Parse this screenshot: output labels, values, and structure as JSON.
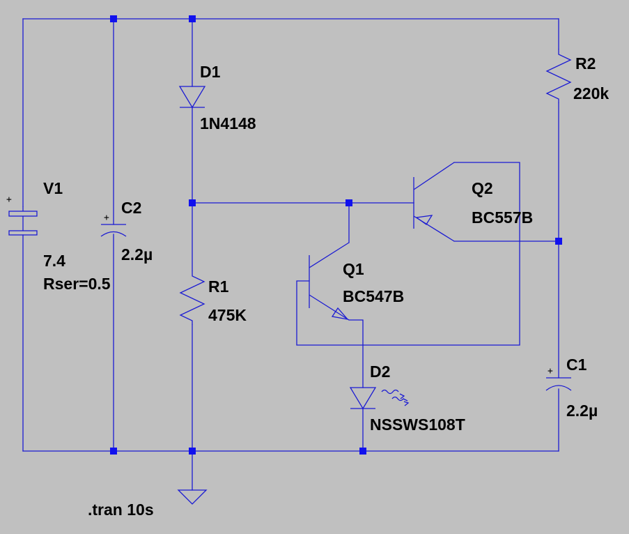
{
  "schematic": {
    "components": {
      "v1": {
        "ref": "V1",
        "value": "7.4",
        "param": "Rser=0.5",
        "polarity": "+"
      },
      "c2": {
        "ref": "C2",
        "value": "2.2µ",
        "polarity": "+"
      },
      "d1": {
        "ref": "D1",
        "value": "1N4148"
      },
      "r1": {
        "ref": "R1",
        "value": "475K"
      },
      "r2": {
        "ref": "R2",
        "value": "220k"
      },
      "q1": {
        "ref": "Q1",
        "value": "BC547B"
      },
      "q2": {
        "ref": "Q2",
        "value": "BC557B"
      },
      "d2": {
        "ref": "D2",
        "value": "NSSWS108T"
      },
      "c1": {
        "ref": "C1",
        "value": "2.2µ",
        "polarity": "+"
      }
    },
    "directive": ".tran 10s"
  },
  "colors": {
    "background": "#c0c0c0",
    "wire": "#1b1bd2",
    "junction": "#1111ee",
    "text": "#000000"
  }
}
